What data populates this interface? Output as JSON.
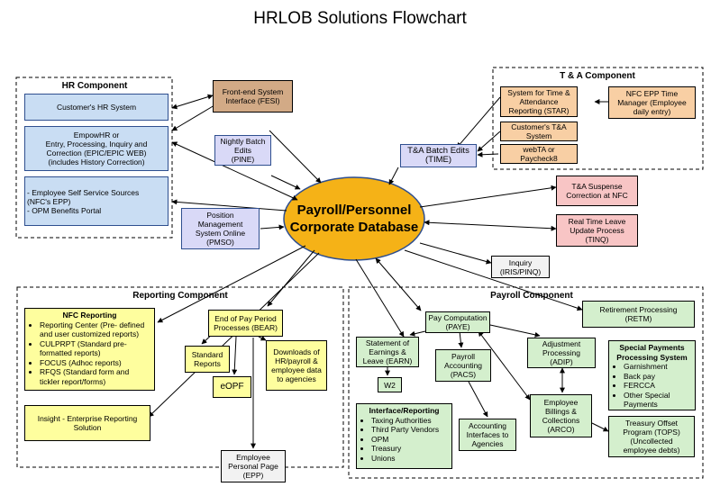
{
  "title": "HRLOB Solutions Flowchart",
  "colors": {
    "hr_blue": "#c9ddf3",
    "purple": "#d9d9f7",
    "orange": "#f8cfa4",
    "tan": "#d2aa86",
    "pink": "#f8c5c5",
    "yellow": "#fefe9e",
    "green": "#d4efcd",
    "gray": "#f2f2f2",
    "center": "#f5b217"
  },
  "center": {
    "line1": "Payroll/Personnel",
    "line2": "Corporate Database"
  },
  "sections": {
    "hr": "HR Component",
    "ta": "T & A Component",
    "reporting": "Reporting Component",
    "payroll": "Payroll Component"
  },
  "boxes": {
    "customer_hr": [
      "Customer's HR System"
    ],
    "empowhr": [
      "EmpowHR or",
      "Entry, Processing, Inquiry and",
      "Correction  (EPIC/EPIC WEB)",
      "(includes History Correction)"
    ],
    "ess": [
      "- Employee Self Service Sources",
      "(NFC's EPP)",
      "- OPM Benefits Portal"
    ],
    "fesi": [
      "Front-end System",
      "Interface (FESI)"
    ],
    "pine": [
      "Nightly Batch",
      "Edits",
      "(PINE)"
    ],
    "pmso": [
      "Position",
      "Management",
      "System  Online",
      "(PMSO)"
    ],
    "star": [
      "System for Time &",
      "Attendance",
      "Reporting (STAR)"
    ],
    "epp_tm": [
      "NFC EPP Time",
      "Manager (Employee",
      "daily entry)"
    ],
    "customer_ta": [
      "Customer's T&A",
      "System"
    ],
    "webta": [
      "webTA or",
      "Paycheck8"
    ],
    "time": [
      "T&A Batch Edits",
      "(TIME)"
    ],
    "suspense": [
      "T&A Suspense",
      "Correction at NFC"
    ],
    "tinq": [
      "Real Time Leave",
      "Update Process",
      "(TINQ)"
    ],
    "inquiry": [
      "Inquiry",
      "(IRIS/PINQ)"
    ],
    "retm": [
      "Retirement Processing",
      "(RETM)"
    ],
    "bear": [
      "End of Pay Period",
      "Processes (BEAR)"
    ],
    "std_reports": [
      "Standard",
      "Reports"
    ],
    "eopf": [
      "eOPF"
    ],
    "downloads": [
      "Downloads of",
      "HR/payroll &",
      "employee data",
      "to agencies"
    ],
    "insight": [
      "Insight - Enterprise Reporting",
      "Solution"
    ],
    "epp_page": [
      "Employee",
      "Personal Page",
      "(EPP)"
    ],
    "paye": [
      "Pay Computation",
      "(PAYE)"
    ],
    "earn": [
      "Statement of",
      "Earnings &",
      "Leave (EARN)"
    ],
    "pacs": [
      "Payroll",
      "Accounting",
      "(PACS)"
    ],
    "w2": [
      "W2"
    ],
    "adip": [
      "Adjustment",
      "Processing",
      "(ADIP)"
    ],
    "arco": [
      "Employee",
      "Billings &",
      "Collections",
      "(ARCO)"
    ],
    "acct_if": [
      "Accounting",
      "Interfaces to",
      "Agencies"
    ],
    "tops": [
      "Treasury Offset",
      "Program (TOPS)",
      "(Uncollected",
      "employee debts)"
    ]
  },
  "lists": {
    "nfc_reporting": {
      "heading": "NFC Reporting",
      "items": [
        "Reporting Center (Pre- defined and user customized reports)",
        "CULPRPT (Standard pre-formatted reports)",
        "FOCUS (Adhoc reports)",
        "RFQS (Standard form and tickler report/forms)"
      ]
    },
    "interface_reporting": {
      "heading": "Interface/Reporting",
      "items": [
        "Taxing Authorities",
        "Third Party Vendors",
        "OPM",
        "Treasury",
        "Unions"
      ]
    },
    "special_payments": {
      "heading": "Special Payments Processing System",
      "items": [
        "Garnishment",
        "Back pay",
        "FERCCA",
        "Other Special Payments"
      ]
    }
  }
}
